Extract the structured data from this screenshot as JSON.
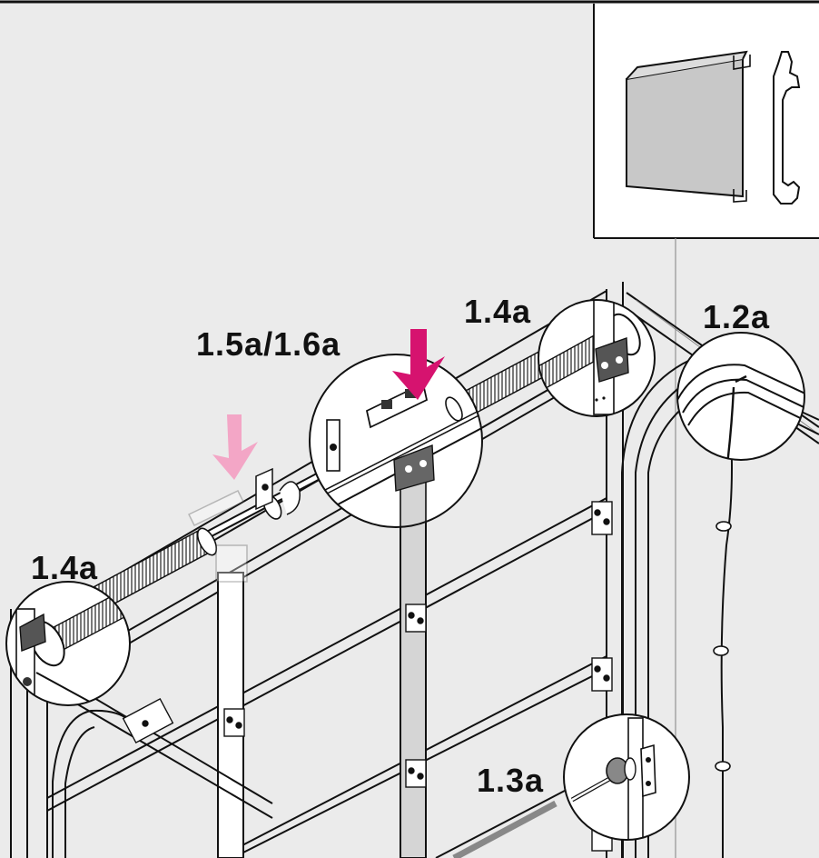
{
  "labels": {
    "spring_right": "1.4a",
    "spring_left": "1.4a",
    "cable": "1.2a",
    "bracket": "1.5a/1.6a",
    "roller": "1.3a"
  },
  "colors": {
    "background": "#ebebeb",
    "line": "#111111",
    "arrow_primary": "#d6136f",
    "arrow_faded": "#f3a6c6",
    "panel_fill": "#c8c8c8"
  },
  "icons": {
    "arrow": "down-arrow-icon",
    "panel": "door-panel-profile-icon"
  }
}
